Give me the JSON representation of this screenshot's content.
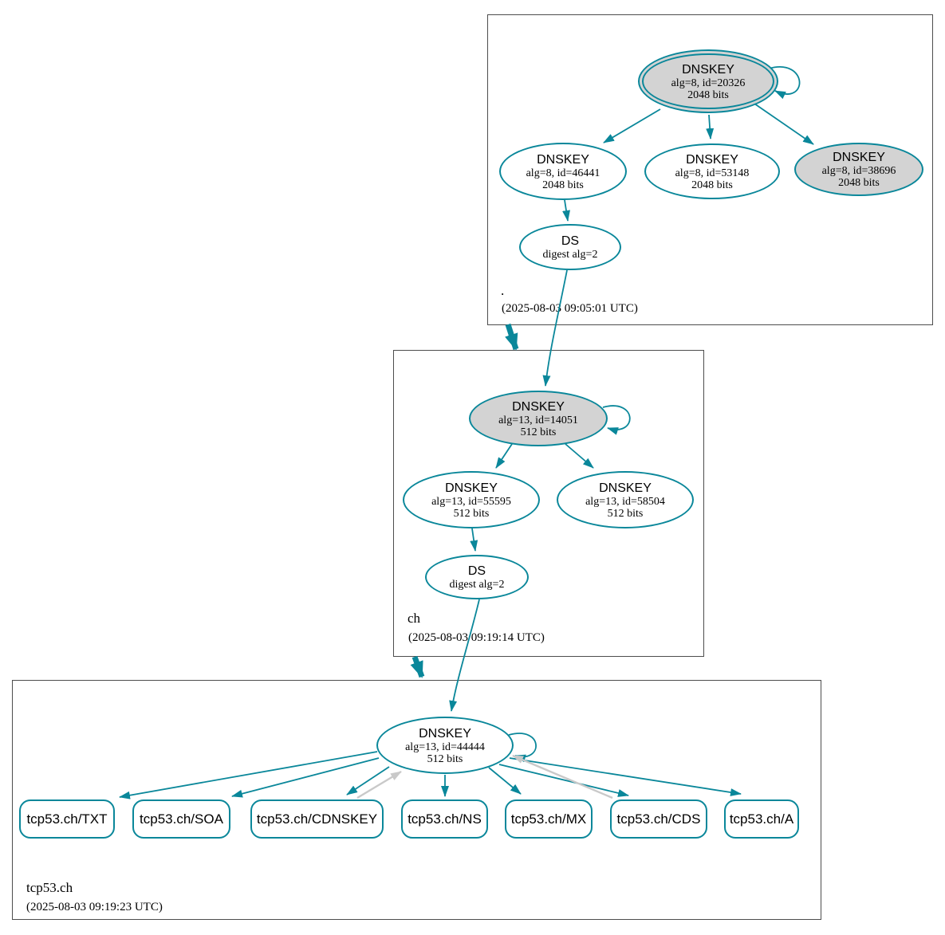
{
  "colors": {
    "secure_teal": "#0a879a",
    "ksk_fill": "#d3d3d3",
    "node_fill": "#ffffff",
    "gray_edge": "#c9c9c9",
    "box_border": "#4d4d4d"
  },
  "zones": {
    "root": {
      "name": ".",
      "timestamp": "(2025-08-03 09:05:01 UTC)",
      "nodes": {
        "ksk": {
          "title": "DNSKEY",
          "detail1": "alg=8, id=20326",
          "detail2": "2048 bits"
        },
        "zsk1": {
          "title": "DNSKEY",
          "detail1": "alg=8, id=46441",
          "detail2": "2048 bits"
        },
        "zsk2": {
          "title": "DNSKEY",
          "detail1": "alg=8, id=53148",
          "detail2": "2048 bits"
        },
        "zsk3": {
          "title": "DNSKEY",
          "detail1": "alg=8, id=38696",
          "detail2": "2048 bits"
        },
        "ds": {
          "title": "DS",
          "detail1": "digest alg=2"
        }
      }
    },
    "ch": {
      "name": "ch",
      "timestamp": "(2025-08-03 09:19:14 UTC)",
      "nodes": {
        "ksk": {
          "title": "DNSKEY",
          "detail1": "alg=13, id=14051",
          "detail2": "512 bits"
        },
        "zsk1": {
          "title": "DNSKEY",
          "detail1": "alg=13, id=55595",
          "detail2": "512 bits"
        },
        "zsk2": {
          "title": "DNSKEY",
          "detail1": "alg=13, id=58504",
          "detail2": "512 bits"
        },
        "ds": {
          "title": "DS",
          "detail1": "digest alg=2"
        }
      }
    },
    "tcp53_ch": {
      "name": "tcp53.ch",
      "timestamp": "(2025-08-03 09:19:23 UTC)",
      "nodes": {
        "dnskey": {
          "title": "DNSKEY",
          "detail1": "alg=13, id=44444",
          "detail2": "512 bits"
        }
      },
      "rrsets": [
        {
          "label": "tcp53.ch/TXT"
        },
        {
          "label": "tcp53.ch/SOA"
        },
        {
          "label": "tcp53.ch/CDNSKEY"
        },
        {
          "label": "tcp53.ch/NS"
        },
        {
          "label": "tcp53.ch/MX"
        },
        {
          "label": "tcp53.ch/CDS"
        },
        {
          "label": "tcp53.ch/A"
        }
      ]
    }
  }
}
